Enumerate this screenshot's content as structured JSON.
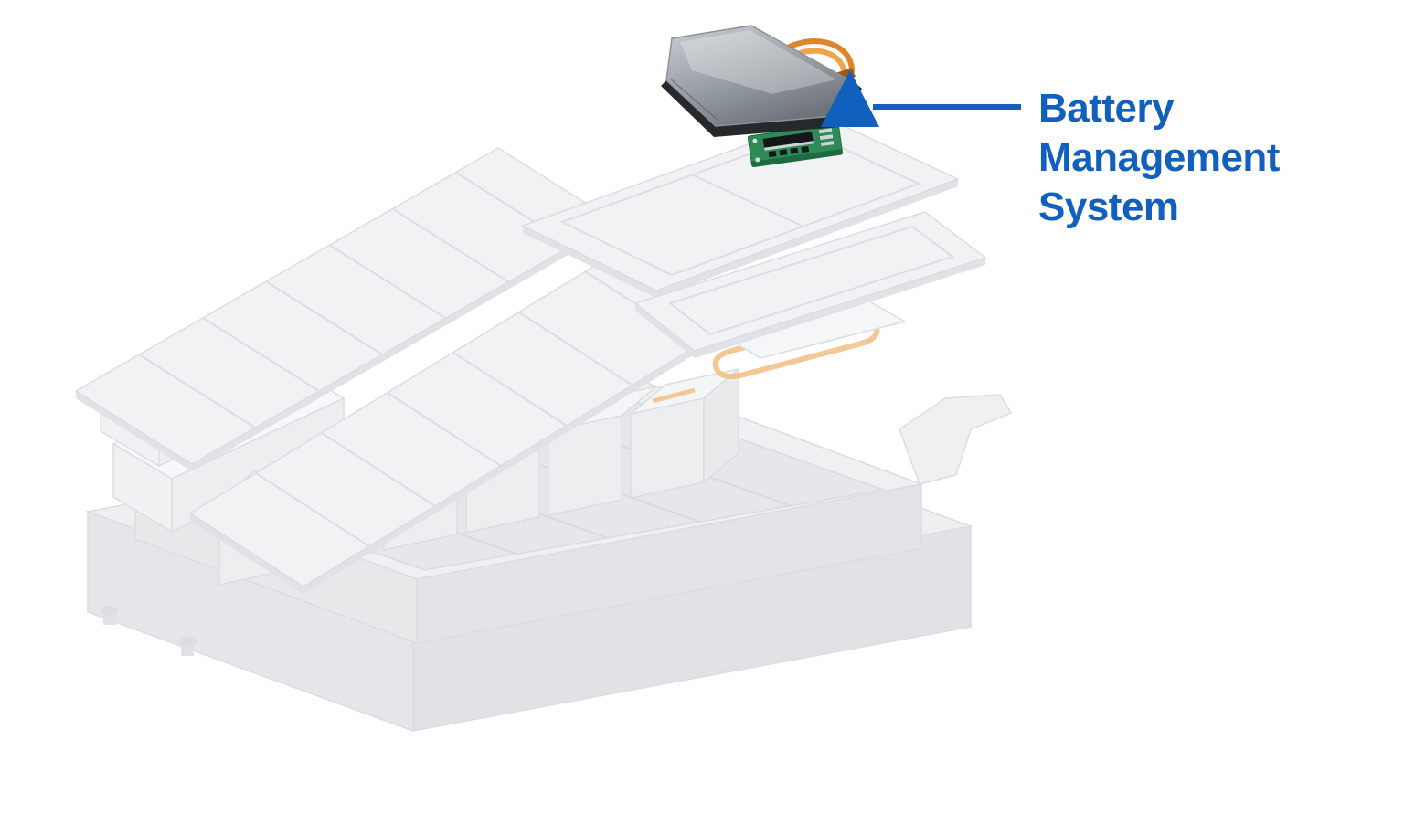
{
  "annotation": {
    "label_lines": [
      "Battery",
      "Management",
      "System"
    ]
  },
  "colors": {
    "accent_blue": "#1160BE",
    "wire_orange": "#DD852B",
    "wire_orange_light": "#F2A44C",
    "wire_connector": "#9C5A1D",
    "pcb_green": "#2E8B57",
    "pcb_green_dark": "#1F6B40",
    "chip_black": "#14161A",
    "pad_silver": "#CED3D6",
    "enclosure_light": "#CBCED2",
    "enclosure_mid": "#9AA0A7",
    "enclosure_dark": "#6E737A",
    "enclosure_rim": "#26282C",
    "ghost_orange": "#F2BE82"
  }
}
